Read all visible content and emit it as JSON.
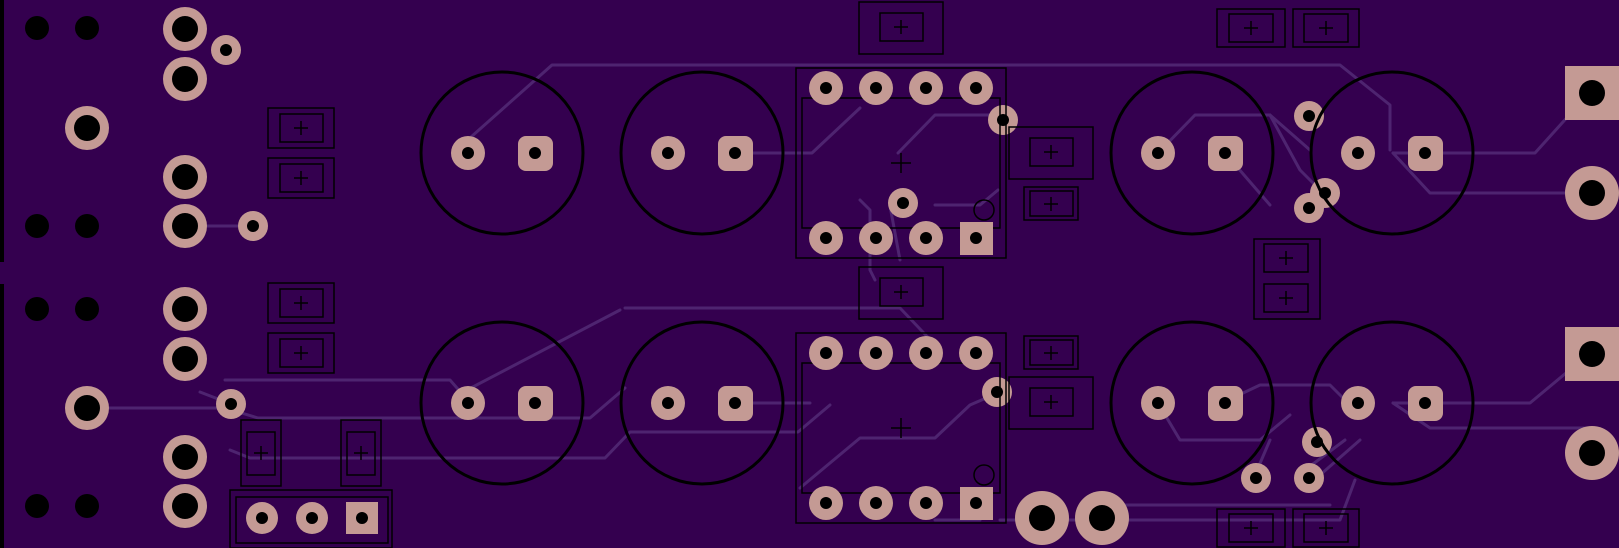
{
  "board": {
    "substrate_color": "#34004f",
    "trace_color": "#4e2470",
    "pad_color": "#c49a94",
    "hole_color": "#000000",
    "silkscreen_color": "#000000",
    "edge_color": "#000000"
  },
  "components": {
    "electrolytic_capacitors": 8,
    "dip8_ics": 2,
    "smd_parts": 18,
    "mounting_holes": 10,
    "header_3pin": 1,
    "edge_connector_pads": 4
  }
}
